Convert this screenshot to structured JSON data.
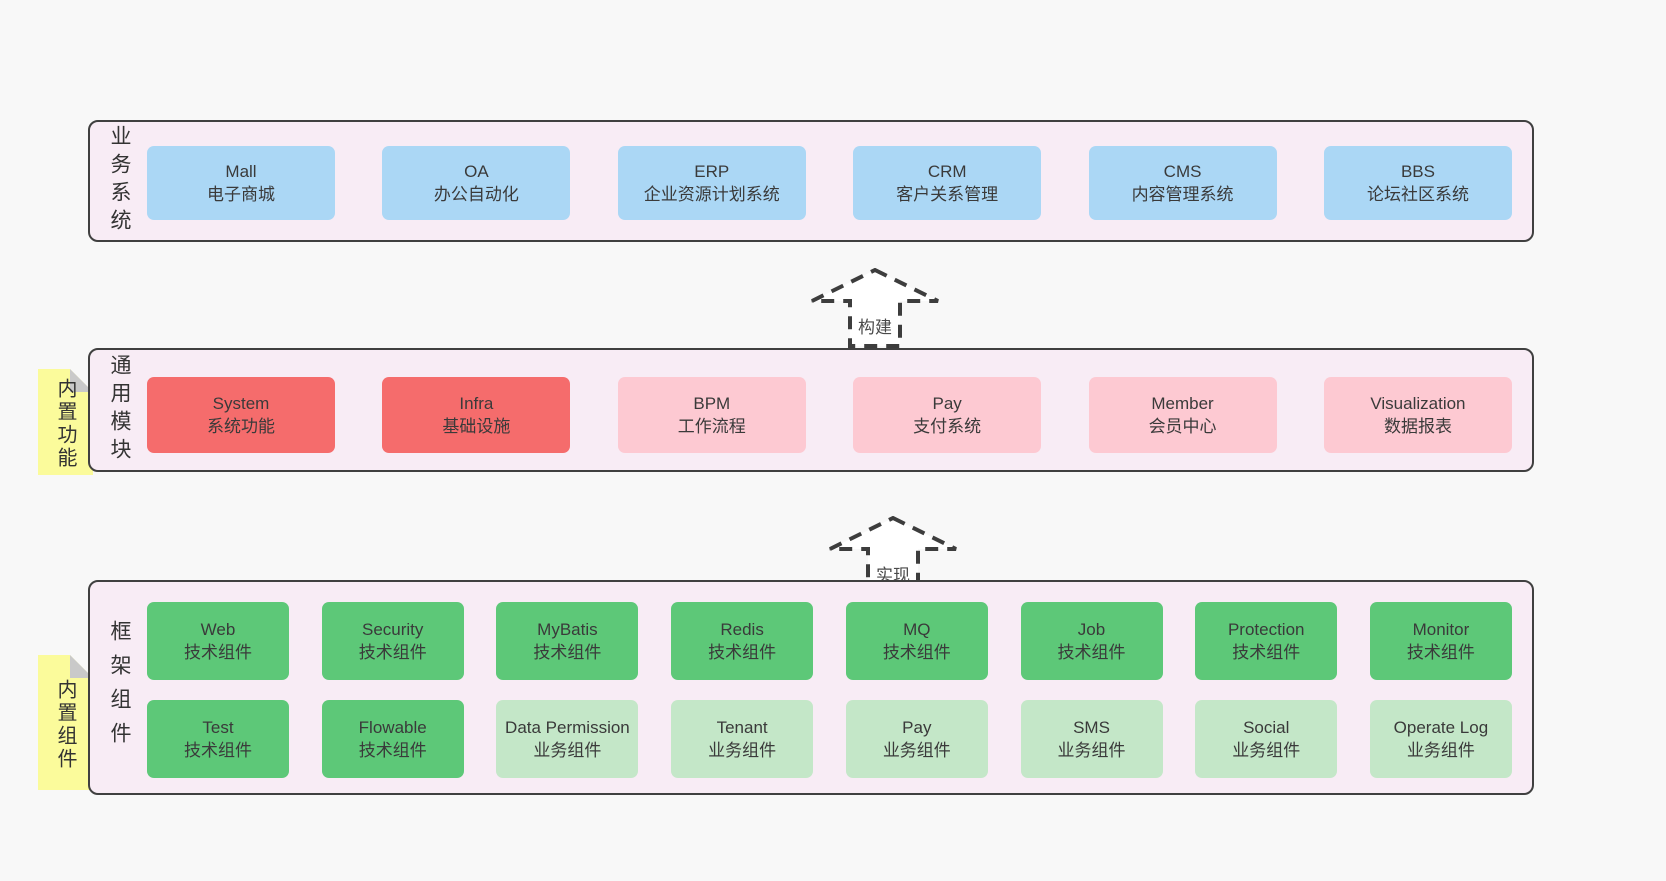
{
  "colors": {
    "page_bg": "#f8f8f8",
    "panel_bg": "#f8ecf5",
    "panel_border": "#404040",
    "blue_box": "#abd7f5",
    "red_box": "#f56c6c",
    "pink_box": "#fdc9d2",
    "green_box": "#5dc878",
    "light_green_box": "#c4e7c8",
    "sticky_yellow": "#fbfb9b",
    "sticky_fold": "#c9c9c9",
    "text": "#3a3a3a"
  },
  "arrows": [
    {
      "label": "构建"
    },
    {
      "label": "实现"
    }
  ],
  "sections": [
    {
      "label": "业务系统",
      "sticky": null,
      "rows": [
        [
          {
            "name": "Mall",
            "desc": "电子商城",
            "variant": "blue"
          },
          {
            "name": "OA",
            "desc": "办公自动化",
            "variant": "blue"
          },
          {
            "name": "ERP",
            "desc": "企业资源计划系统",
            "variant": "blue"
          },
          {
            "name": "CRM",
            "desc": "客户关系管理",
            "variant": "blue"
          },
          {
            "name": "CMS",
            "desc": "内容管理系统",
            "variant": "blue"
          },
          {
            "name": "BBS",
            "desc": "论坛社区系统",
            "variant": "blue"
          }
        ]
      ]
    },
    {
      "label": "通用模块",
      "sticky": "内置功能",
      "rows": [
        [
          {
            "name": "System",
            "desc": "系统功能",
            "variant": "red"
          },
          {
            "name": "Infra",
            "desc": "基础设施",
            "variant": "red"
          },
          {
            "name": "BPM",
            "desc": "工作流程",
            "variant": "pink"
          },
          {
            "name": "Pay",
            "desc": "支付系统",
            "variant": "pink"
          },
          {
            "name": "Member",
            "desc": "会员中心",
            "variant": "pink"
          },
          {
            "name": "Visualization",
            "desc": "数据报表",
            "variant": "pink"
          }
        ]
      ]
    },
    {
      "label": "框架组件",
      "sticky": "内置组件",
      "rows": [
        [
          {
            "name": "Web",
            "desc": "技术组件",
            "variant": "green"
          },
          {
            "name": "Security",
            "desc": "技术组件",
            "variant": "green"
          },
          {
            "name": "MyBatis",
            "desc": "技术组件",
            "variant": "green"
          },
          {
            "name": "Redis",
            "desc": "技术组件",
            "variant": "green"
          },
          {
            "name": "MQ",
            "desc": "技术组件",
            "variant": "green"
          },
          {
            "name": "Job",
            "desc": "技术组件",
            "variant": "green"
          },
          {
            "name": "Protection",
            "desc": "技术组件",
            "variant": "green"
          },
          {
            "name": "Monitor",
            "desc": "技术组件",
            "variant": "green"
          }
        ],
        [
          {
            "name": "Test",
            "desc": "技术组件",
            "variant": "green"
          },
          {
            "name": "Flowable",
            "desc": "技术组件",
            "variant": "green"
          },
          {
            "name": "Data Permission",
            "desc": "业务组件",
            "variant": "lightgreen"
          },
          {
            "name": "Tenant",
            "desc": "业务组件",
            "variant": "lightgreen"
          },
          {
            "name": "Pay",
            "desc": "业务组件",
            "variant": "lightgreen"
          },
          {
            "name": "SMS",
            "desc": "业务组件",
            "variant": "lightgreen"
          },
          {
            "name": "Social",
            "desc": "业务组件",
            "variant": "lightgreen"
          },
          {
            "name": "Operate Log",
            "desc": "业务组件",
            "variant": "lightgreen"
          }
        ]
      ]
    }
  ]
}
